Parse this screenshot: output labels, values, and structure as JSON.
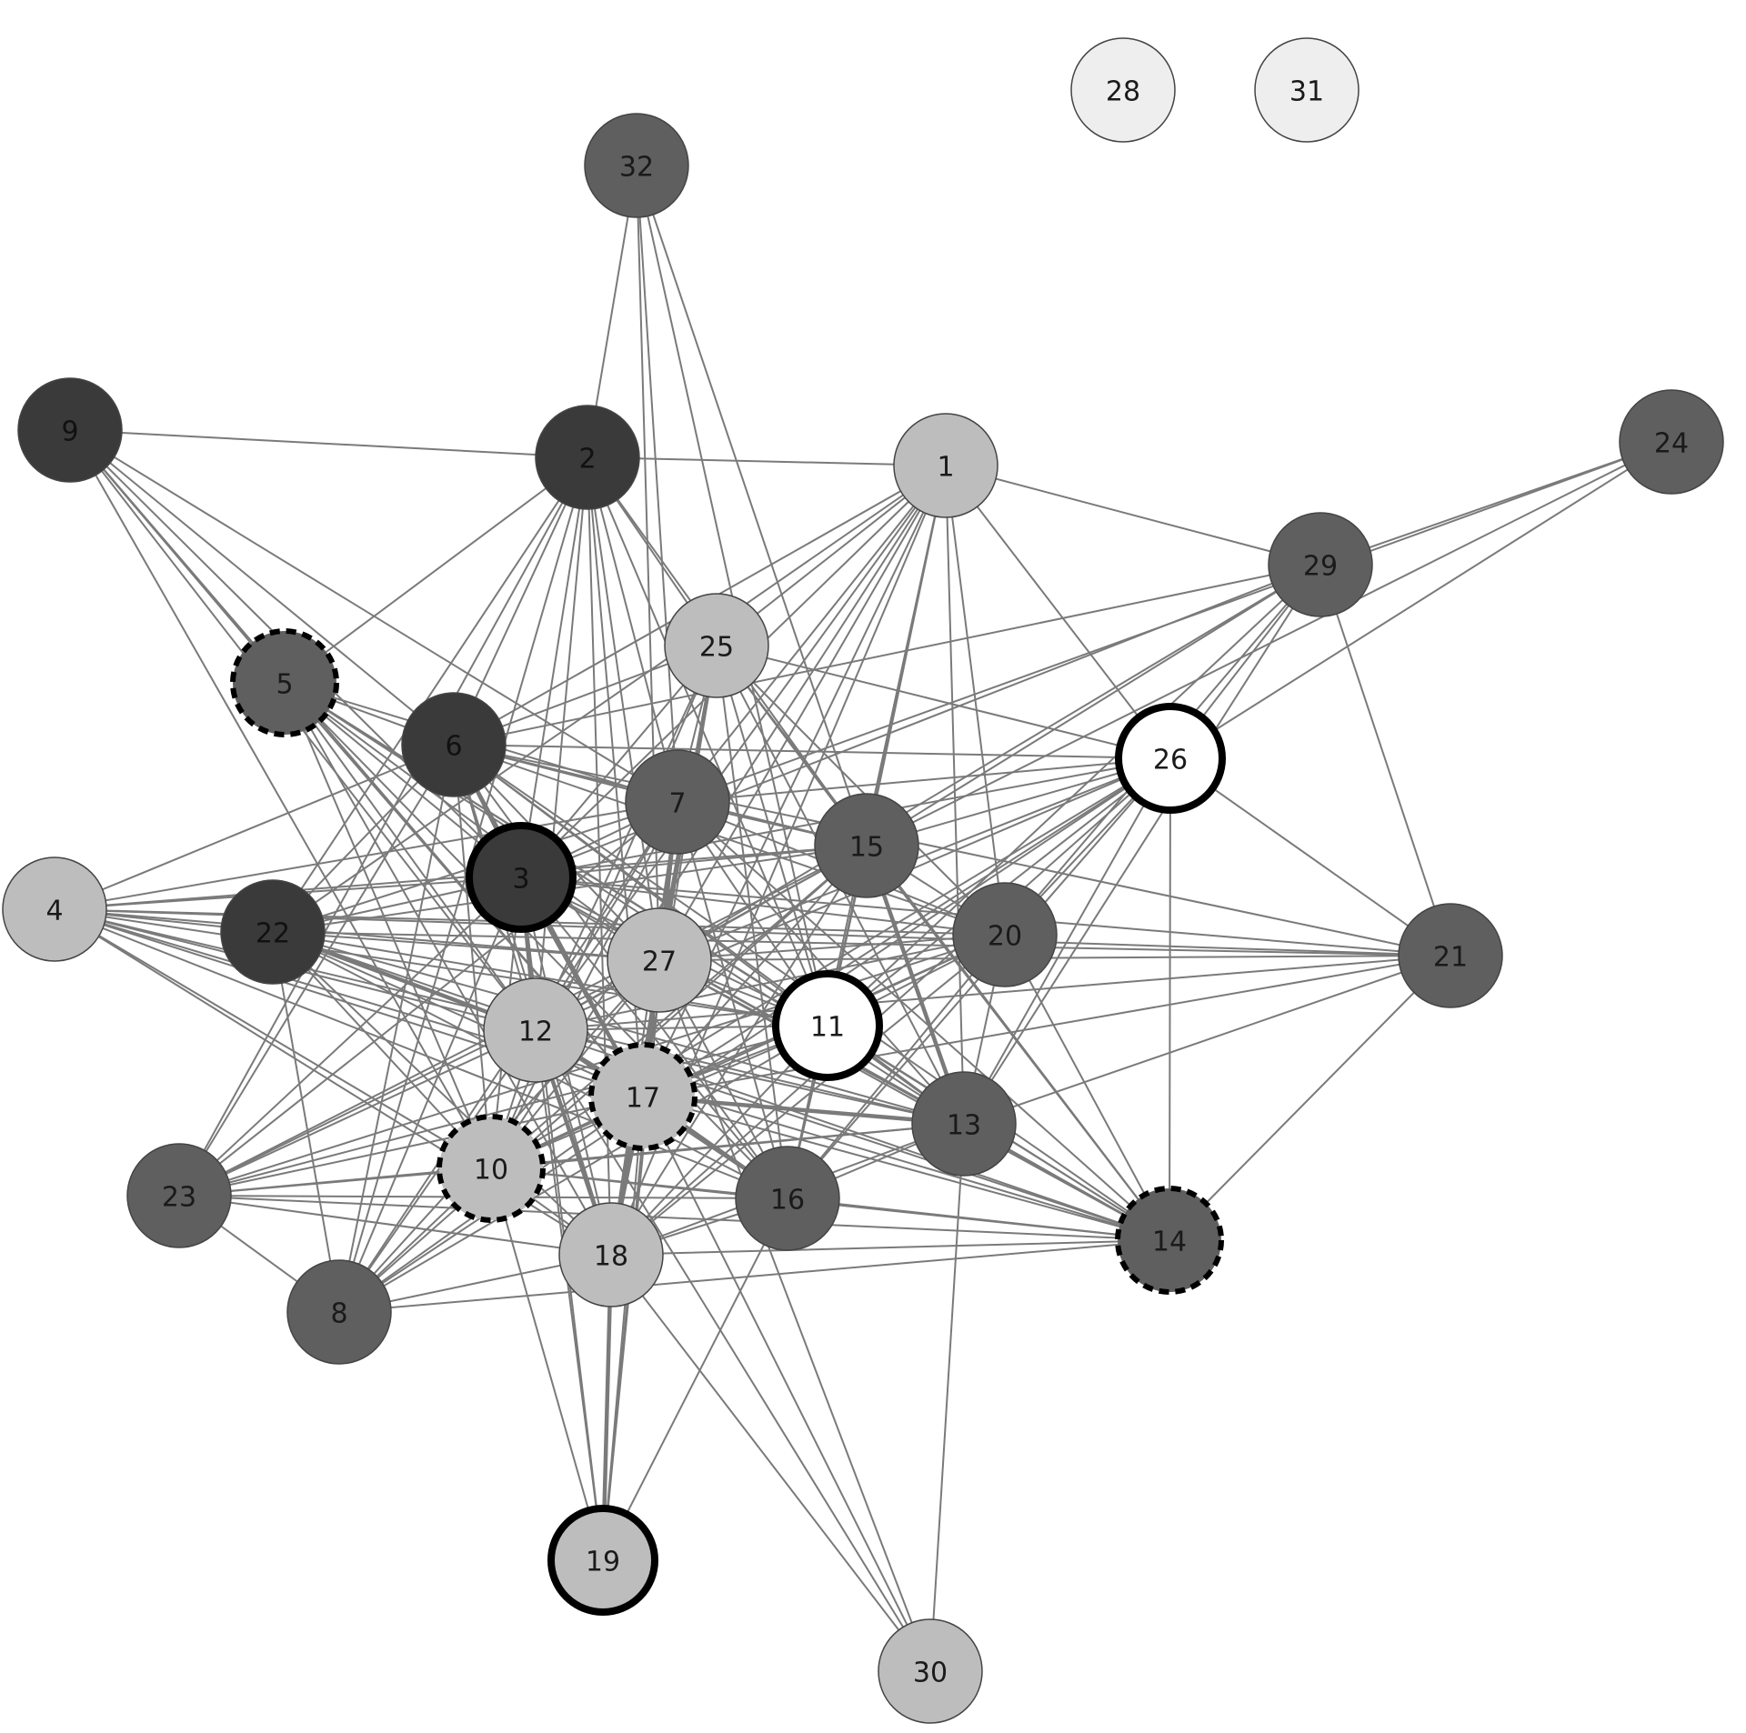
{
  "colors": {
    "background": "#ffffff",
    "edge": "#7a7a7a",
    "fill_darkest": "#3a3a3a",
    "fill_dark": "#5f5f5f",
    "fill_light": "#bdbdbd",
    "fill_lightest": "#eeeeee",
    "fill_white": "#ffffff",
    "outline": "#000000"
  },
  "nodes": [
    {
      "id": "1",
      "label": "1",
      "fill": "light",
      "border": "thin"
    },
    {
      "id": "2",
      "label": "2",
      "fill": "darkest",
      "border": "thin"
    },
    {
      "id": "3",
      "label": "3",
      "fill": "darkest",
      "border": "thick"
    },
    {
      "id": "4",
      "label": "4",
      "fill": "light",
      "border": "thin"
    },
    {
      "id": "5",
      "label": "5",
      "fill": "dark",
      "border": "dashed"
    },
    {
      "id": "6",
      "label": "6",
      "fill": "darkest",
      "border": "thin"
    },
    {
      "id": "7",
      "label": "7",
      "fill": "dark",
      "border": "thin"
    },
    {
      "id": "8",
      "label": "8",
      "fill": "dark",
      "border": "thin"
    },
    {
      "id": "9",
      "label": "9",
      "fill": "darkest",
      "border": "thin"
    },
    {
      "id": "10",
      "label": "10",
      "fill": "light",
      "border": "dashed"
    },
    {
      "id": "11",
      "label": "11",
      "fill": "white",
      "border": "thick"
    },
    {
      "id": "12",
      "label": "12",
      "fill": "light",
      "border": "thin"
    },
    {
      "id": "13",
      "label": "13",
      "fill": "dark",
      "border": "thin"
    },
    {
      "id": "14",
      "label": "14",
      "fill": "dark",
      "border": "dashed"
    },
    {
      "id": "15",
      "label": "15",
      "fill": "dark",
      "border": "thin"
    },
    {
      "id": "16",
      "label": "16",
      "fill": "dark",
      "border": "thin"
    },
    {
      "id": "17",
      "label": "17",
      "fill": "light",
      "border": "dashed"
    },
    {
      "id": "18",
      "label": "18",
      "fill": "light",
      "border": "thin"
    },
    {
      "id": "19",
      "label": "19",
      "fill": "light",
      "border": "thick"
    },
    {
      "id": "20",
      "label": "20",
      "fill": "dark",
      "border": "thin"
    },
    {
      "id": "21",
      "label": "21",
      "fill": "dark",
      "border": "thin"
    },
    {
      "id": "22",
      "label": "22",
      "fill": "darkest",
      "border": "thin"
    },
    {
      "id": "23",
      "label": "23",
      "fill": "dark",
      "border": "thin"
    },
    {
      "id": "24",
      "label": "24",
      "fill": "dark",
      "border": "thin"
    },
    {
      "id": "25",
      "label": "25",
      "fill": "light",
      "border": "thin"
    },
    {
      "id": "26",
      "label": "26",
      "fill": "white",
      "border": "thick"
    },
    {
      "id": "27",
      "label": "27",
      "fill": "light",
      "border": "thin"
    },
    {
      "id": "28",
      "label": "28",
      "fill": "lightest",
      "border": "thin"
    },
    {
      "id": "29",
      "label": "29",
      "fill": "dark",
      "border": "thin"
    },
    {
      "id": "30",
      "label": "30",
      "fill": "light",
      "border": "thin"
    },
    {
      "id": "31",
      "label": "31",
      "fill": "lightest",
      "border": "thin"
    },
    {
      "id": "32",
      "label": "32",
      "fill": "dark",
      "border": "thin"
    }
  ],
  "edges": [
    [
      "9",
      "2"
    ],
    [
      "9",
      "5"
    ],
    [
      "9",
      "6"
    ],
    [
      "9",
      "3"
    ],
    [
      "9",
      "12"
    ],
    [
      "9",
      "7"
    ],
    [
      "9",
      "17"
    ],
    [
      "9",
      "10"
    ],
    [
      "2",
      "1"
    ],
    [
      "2",
      "5"
    ],
    [
      "2",
      "6"
    ],
    [
      "2",
      "3"
    ],
    [
      "2",
      "7"
    ],
    [
      "2",
      "25"
    ],
    [
      "2",
      "27"
    ],
    [
      "2",
      "12"
    ],
    [
      "2",
      "17"
    ],
    [
      "2",
      "15"
    ],
    [
      "2",
      "11"
    ],
    [
      "2",
      "18"
    ],
    [
      "2",
      "23"
    ],
    [
      "2",
      "22"
    ],
    [
      "2",
      "8"
    ],
    [
      "32",
      "2"
    ],
    [
      "32",
      "7"
    ],
    [
      "32",
      "27"
    ],
    [
      "32",
      "15"
    ],
    [
      "32",
      "11"
    ],
    [
      "1",
      "29"
    ],
    [
      "1",
      "25"
    ],
    [
      "1",
      "6"
    ],
    [
      "1",
      "7"
    ],
    [
      "1",
      "15"
    ],
    [
      "1",
      "3"
    ],
    [
      "1",
      "27"
    ],
    [
      "1",
      "12"
    ],
    [
      "1",
      "20"
    ],
    [
      "1",
      "13"
    ],
    [
      "1",
      "26"
    ],
    [
      "1",
      "11"
    ],
    [
      "1",
      "17"
    ],
    [
      "1",
      "16"
    ],
    [
      "1",
      "18"
    ],
    [
      "1",
      "10"
    ],
    [
      "1",
      "22"
    ],
    [
      "24",
      "29"
    ],
    [
      "24",
      "26"
    ],
    [
      "24",
      "15"
    ],
    [
      "24",
      "7"
    ],
    [
      "29",
      "26"
    ],
    [
      "29",
      "21"
    ],
    [
      "29",
      "15"
    ],
    [
      "29",
      "6"
    ],
    [
      "29",
      "3"
    ],
    [
      "29",
      "20"
    ],
    [
      "29",
      "13"
    ],
    [
      "29",
      "27"
    ],
    [
      "29",
      "11"
    ],
    [
      "25",
      "6"
    ],
    [
      "25",
      "7"
    ],
    [
      "25",
      "3"
    ],
    [
      "25",
      "27"
    ],
    [
      "25",
      "12"
    ],
    [
      "25",
      "17"
    ],
    [
      "25",
      "15"
    ],
    [
      "25",
      "11"
    ],
    [
      "25",
      "13"
    ],
    [
      "25",
      "16"
    ],
    [
      "25",
      "18"
    ],
    [
      "25",
      "10"
    ],
    [
      "25",
      "26"
    ],
    [
      "25",
      "20"
    ],
    [
      "25",
      "14"
    ],
    [
      "26",
      "21"
    ],
    [
      "26",
      "14"
    ],
    [
      "26",
      "15"
    ],
    [
      "26",
      "20"
    ],
    [
      "26",
      "7"
    ],
    [
      "26",
      "6"
    ],
    [
      "26",
      "3"
    ],
    [
      "26",
      "27"
    ],
    [
      "26",
      "12"
    ],
    [
      "26",
      "17"
    ],
    [
      "26",
      "11"
    ],
    [
      "26",
      "13"
    ],
    [
      "26",
      "16"
    ],
    [
      "26",
      "18"
    ],
    [
      "26",
      "10"
    ],
    [
      "26",
      "8"
    ],
    [
      "21",
      "14"
    ],
    [
      "21",
      "13"
    ],
    [
      "21",
      "6"
    ],
    [
      "21",
      "3"
    ],
    [
      "21",
      "22"
    ],
    [
      "21",
      "12"
    ],
    [
      "21",
      "17"
    ],
    [
      "21",
      "4"
    ],
    [
      "21",
      "27"
    ],
    [
      "5",
      "6"
    ],
    [
      "5",
      "3"
    ],
    [
      "5",
      "7"
    ],
    [
      "5",
      "12"
    ],
    [
      "5",
      "17"
    ],
    [
      "5",
      "16"
    ],
    [
      "5",
      "14"
    ],
    [
      "5",
      "18"
    ],
    [
      "5",
      "13"
    ],
    [
      "5",
      "27"
    ],
    [
      "5",
      "10"
    ],
    [
      "5",
      "11"
    ],
    [
      "6",
      "7"
    ],
    [
      "6",
      "3"
    ],
    [
      "6",
      "4"
    ],
    [
      "6",
      "22"
    ],
    [
      "6",
      "12"
    ],
    [
      "6",
      "27"
    ],
    [
      "6",
      "17"
    ],
    [
      "6",
      "10"
    ],
    [
      "6",
      "18"
    ],
    [
      "6",
      "16"
    ],
    [
      "6",
      "13"
    ],
    [
      "6",
      "15"
    ],
    [
      "6",
      "11"
    ],
    [
      "6",
      "20"
    ],
    [
      "6",
      "23"
    ],
    [
      "6",
      "8"
    ],
    [
      "6",
      "14"
    ],
    [
      "7",
      "3"
    ],
    [
      "7",
      "15"
    ],
    [
      "7",
      "27"
    ],
    [
      "7",
      "12"
    ],
    [
      "7",
      "17"
    ],
    [
      "7",
      "10"
    ],
    [
      "7",
      "18"
    ],
    [
      "7",
      "16"
    ],
    [
      "7",
      "13"
    ],
    [
      "7",
      "20"
    ],
    [
      "7",
      "11"
    ],
    [
      "7",
      "22"
    ],
    [
      "7",
      "4"
    ],
    [
      "7",
      "23"
    ],
    [
      "7",
      "8"
    ],
    [
      "7",
      "19"
    ],
    [
      "7",
      "14"
    ],
    [
      "3",
      "15"
    ],
    [
      "3",
      "27"
    ],
    [
      "3",
      "12"
    ],
    [
      "3",
      "17"
    ],
    [
      "3",
      "10"
    ],
    [
      "3",
      "18"
    ],
    [
      "3",
      "16"
    ],
    [
      "3",
      "13"
    ],
    [
      "3",
      "20"
    ],
    [
      "3",
      "11"
    ],
    [
      "3",
      "22"
    ],
    [
      "3",
      "4"
    ],
    [
      "3",
      "23"
    ],
    [
      "3",
      "8"
    ],
    [
      "3",
      "19"
    ],
    [
      "3",
      "14"
    ],
    [
      "15",
      "27"
    ],
    [
      "15",
      "12"
    ],
    [
      "15",
      "17"
    ],
    [
      "15",
      "10"
    ],
    [
      "15",
      "18"
    ],
    [
      "15",
      "16"
    ],
    [
      "15",
      "13"
    ],
    [
      "15",
      "20"
    ],
    [
      "15",
      "11"
    ],
    [
      "15",
      "22"
    ],
    [
      "15",
      "4"
    ],
    [
      "15",
      "23"
    ],
    [
      "15",
      "8"
    ],
    [
      "15",
      "14"
    ],
    [
      "4",
      "22"
    ],
    [
      "4",
      "12"
    ],
    [
      "4",
      "27"
    ],
    [
      "4",
      "17"
    ],
    [
      "4",
      "10"
    ],
    [
      "4",
      "18"
    ],
    [
      "4",
      "16"
    ],
    [
      "4",
      "13"
    ],
    [
      "4",
      "11"
    ],
    [
      "4",
      "14"
    ],
    [
      "4",
      "20"
    ],
    [
      "22",
      "12"
    ],
    [
      "22",
      "27"
    ],
    [
      "22",
      "17"
    ],
    [
      "22",
      "10"
    ],
    [
      "22",
      "18"
    ],
    [
      "22",
      "16"
    ],
    [
      "22",
      "13"
    ],
    [
      "22",
      "11"
    ],
    [
      "22",
      "8"
    ],
    [
      "22",
      "14"
    ],
    [
      "27",
      "12"
    ],
    [
      "27",
      "17"
    ],
    [
      "27",
      "10"
    ],
    [
      "27",
      "18"
    ],
    [
      "27",
      "16"
    ],
    [
      "27",
      "13"
    ],
    [
      "27",
      "11"
    ],
    [
      "27",
      "20"
    ],
    [
      "27",
      "23"
    ],
    [
      "27",
      "8"
    ],
    [
      "27",
      "14"
    ],
    [
      "27",
      "19"
    ],
    [
      "20",
      "11"
    ],
    [
      "20",
      "13"
    ],
    [
      "20",
      "17"
    ],
    [
      "20",
      "12"
    ],
    [
      "20",
      "16"
    ],
    [
      "20",
      "18"
    ],
    [
      "20",
      "10"
    ],
    [
      "20",
      "23"
    ],
    [
      "20",
      "14"
    ],
    [
      "12",
      "17"
    ],
    [
      "12",
      "10"
    ],
    [
      "12",
      "18"
    ],
    [
      "12",
      "16"
    ],
    [
      "12",
      "13"
    ],
    [
      "12",
      "11"
    ],
    [
      "12",
      "23"
    ],
    [
      "12",
      "8"
    ],
    [
      "12",
      "19"
    ],
    [
      "12",
      "14"
    ],
    [
      "11",
      "17"
    ],
    [
      "11",
      "13"
    ],
    [
      "11",
      "16"
    ],
    [
      "11",
      "18"
    ],
    [
      "11",
      "10"
    ],
    [
      "11",
      "14"
    ],
    [
      "11",
      "23"
    ],
    [
      "11",
      "8"
    ],
    [
      "17",
      "10"
    ],
    [
      "17",
      "18"
    ],
    [
      "17",
      "16"
    ],
    [
      "17",
      "13"
    ],
    [
      "17",
      "14"
    ],
    [
      "17",
      "23"
    ],
    [
      "17",
      "8"
    ],
    [
      "17",
      "19"
    ],
    [
      "17",
      "30"
    ],
    [
      "13",
      "16"
    ],
    [
      "13",
      "18"
    ],
    [
      "13",
      "10"
    ],
    [
      "13",
      "14"
    ],
    [
      "13",
      "23"
    ],
    [
      "13",
      "30"
    ],
    [
      "10",
      "18"
    ],
    [
      "10",
      "16"
    ],
    [
      "10",
      "23"
    ],
    [
      "10",
      "8"
    ],
    [
      "10",
      "19"
    ],
    [
      "10",
      "14"
    ],
    [
      "16",
      "18"
    ],
    [
      "16",
      "14"
    ],
    [
      "16",
      "23"
    ],
    [
      "16",
      "19"
    ],
    [
      "18",
      "14"
    ],
    [
      "18",
      "23"
    ],
    [
      "18",
      "8"
    ],
    [
      "18",
      "19"
    ],
    [
      "18",
      "30"
    ],
    [
      "23",
      "8"
    ],
    [
      "23",
      "14"
    ],
    [
      "8",
      "14"
    ],
    [
      "30",
      "12"
    ],
    [
      "30",
      "27"
    ]
  ],
  "heavy_edges": [
    [
      "6",
      "3"
    ],
    [
      "3",
      "12"
    ],
    [
      "12",
      "18"
    ],
    [
      "17",
      "18"
    ],
    [
      "7",
      "27"
    ],
    [
      "27",
      "17"
    ],
    [
      "15",
      "13"
    ],
    [
      "3",
      "17"
    ],
    [
      "12",
      "17"
    ],
    [
      "18",
      "19"
    ],
    [
      "7",
      "17"
    ],
    [
      "13",
      "17"
    ],
    [
      "25",
      "27"
    ],
    [
      "16",
      "17"
    ],
    [
      "22",
      "12"
    ]
  ]
}
